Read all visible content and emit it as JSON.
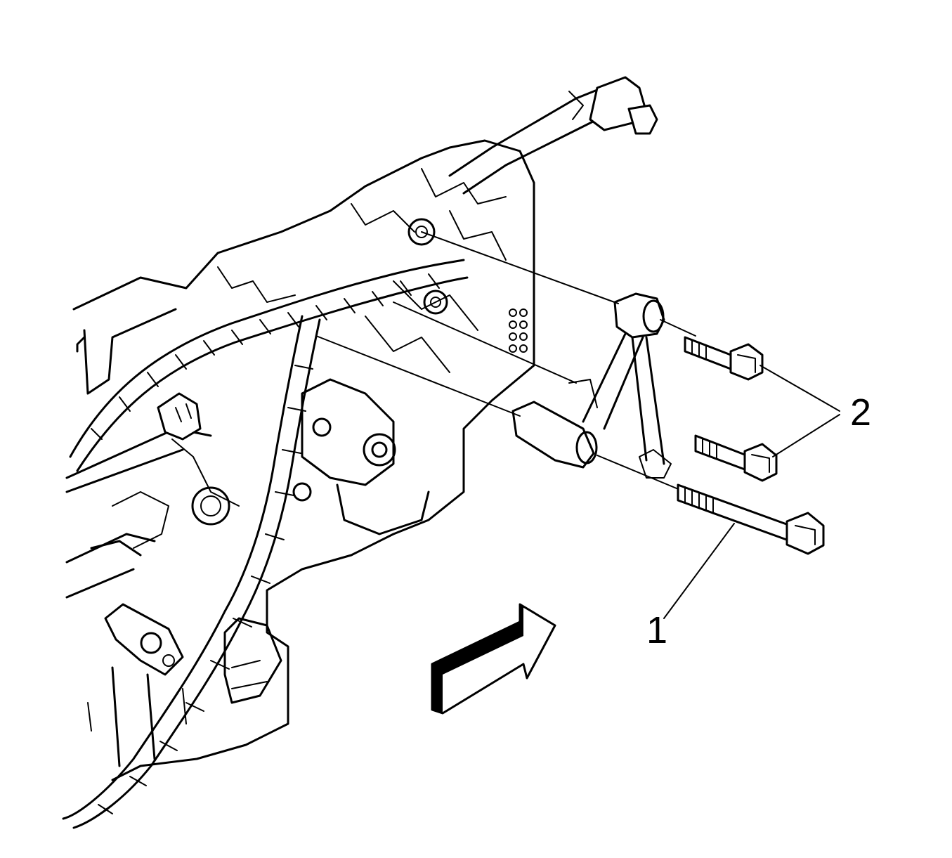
{
  "callouts": [
    {
      "id": "1",
      "label": "1"
    },
    {
      "id": "2",
      "label": "2"
    }
  ],
  "colors": {
    "line": "#000000",
    "background": "#ffffff"
  },
  "icons": {
    "direction_arrow": "arrow-right-icon"
  }
}
